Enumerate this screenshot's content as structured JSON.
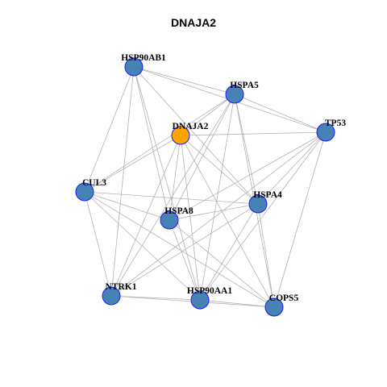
{
  "title": "DNAJA2",
  "colors": {
    "hub": "#FFA500",
    "node": "#4682B4",
    "node_border": "#1A1AFF",
    "edge": "#B3B3B3"
  },
  "network": {
    "nodes": [
      {
        "id": "HSP90AB1",
        "label": "HSP90AB1",
        "hub": false
      },
      {
        "id": "HSPA5",
        "label": "HSPA5",
        "hub": false
      },
      {
        "id": "DNAJA2",
        "label": "DNAJA2",
        "hub": true
      },
      {
        "id": "TP53",
        "label": "TP53",
        "hub": false
      },
      {
        "id": "CUL3",
        "label": "CUL3",
        "hub": false
      },
      {
        "id": "HSPA4",
        "label": "HSPA4",
        "hub": false
      },
      {
        "id": "HSPA8",
        "label": "HSPA8",
        "hub": false
      },
      {
        "id": "NTRK1",
        "label": "NTRK1",
        "hub": false
      },
      {
        "id": "HSP90AA1",
        "label": "HSP90AA1",
        "hub": false
      },
      {
        "id": "COPS5",
        "label": "COPS5",
        "hub": false
      }
    ],
    "edges": [
      [
        "HSP90AB1",
        "HSPA5"
      ],
      [
        "HSP90AB1",
        "TP53"
      ],
      [
        "HSP90AB1",
        "CUL3"
      ],
      [
        "HSP90AB1",
        "HSPA4"
      ],
      [
        "HSP90AB1",
        "HSPA8"
      ],
      [
        "HSP90AB1",
        "NTRK1"
      ],
      [
        "HSP90AB1",
        "HSP90AA1"
      ],
      [
        "HSPA5",
        "DNAJA2"
      ],
      [
        "HSPA5",
        "TP53"
      ],
      [
        "HSPA5",
        "CUL3"
      ],
      [
        "HSPA5",
        "HSPA4"
      ],
      [
        "HSPA5",
        "HSPA8"
      ],
      [
        "HSPA5",
        "NTRK1"
      ],
      [
        "HSPA5",
        "HSP90AA1"
      ],
      [
        "HSPA5",
        "COPS5"
      ],
      [
        "DNAJA2",
        "TP53"
      ],
      [
        "DNAJA2",
        "CUL3"
      ],
      [
        "DNAJA2",
        "HSPA4"
      ],
      [
        "DNAJA2",
        "HSPA8"
      ],
      [
        "DNAJA2",
        "NTRK1"
      ],
      [
        "DNAJA2",
        "HSP90AA1"
      ],
      [
        "DNAJA2",
        "COPS5"
      ],
      [
        "TP53",
        "HSPA4"
      ],
      [
        "TP53",
        "HSPA8"
      ],
      [
        "TP53",
        "NTRK1"
      ],
      [
        "TP53",
        "HSP90AA1"
      ],
      [
        "TP53",
        "COPS5"
      ],
      [
        "CUL3",
        "HSPA4"
      ],
      [
        "CUL3",
        "HSPA8"
      ],
      [
        "CUL3",
        "NTRK1"
      ],
      [
        "CUL3",
        "HSP90AA1"
      ],
      [
        "CUL3",
        "COPS5"
      ],
      [
        "HSPA4",
        "HSPA8"
      ],
      [
        "HSPA4",
        "NTRK1"
      ],
      [
        "HSPA4",
        "HSP90AA1"
      ],
      [
        "HSPA4",
        "COPS5"
      ],
      [
        "HSPA8",
        "HSP90AA1"
      ],
      [
        "HSPA8",
        "COPS5"
      ],
      [
        "NTRK1",
        "HSP90AA1"
      ],
      [
        "NTRK1",
        "COPS5"
      ],
      [
        "HSP90AA1",
        "COPS5"
      ]
    ]
  }
}
